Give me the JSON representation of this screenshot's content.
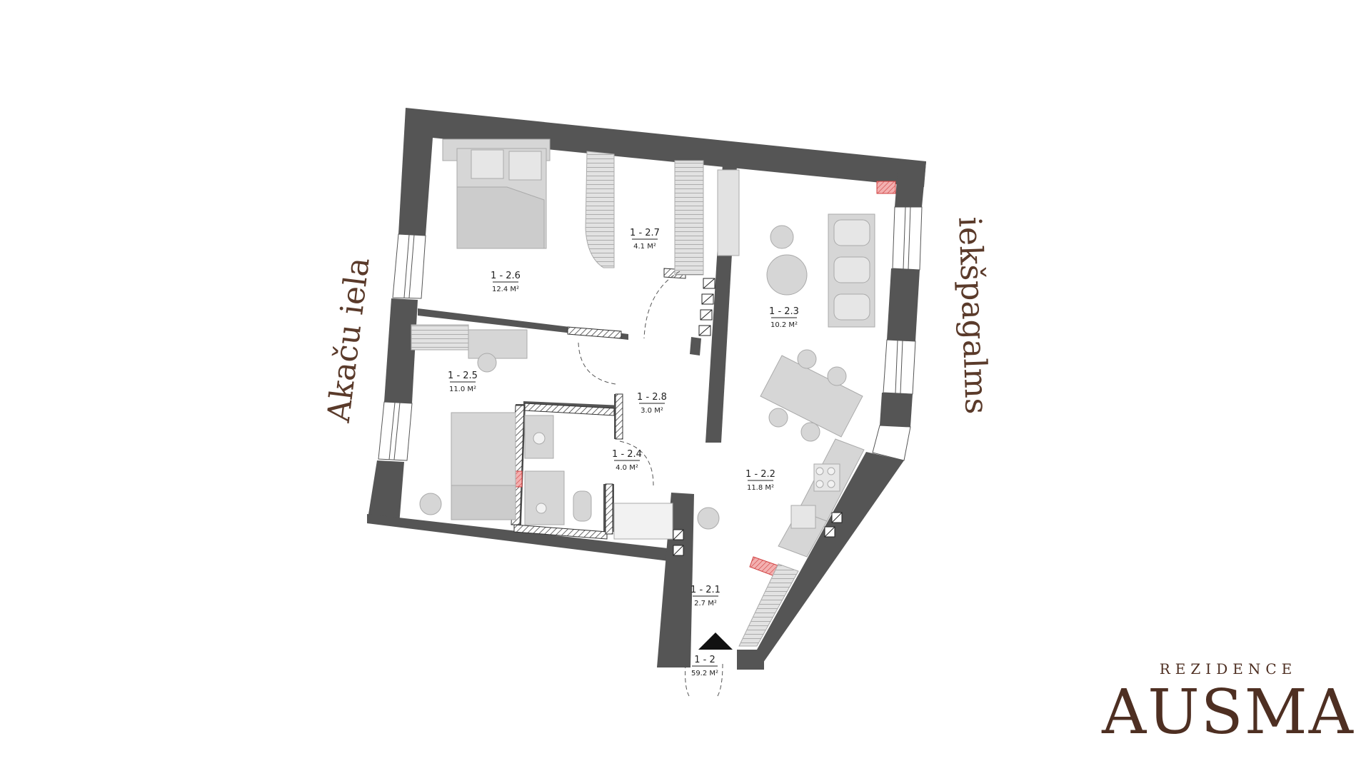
{
  "streets": {
    "left": "Akaču iela",
    "right": "iekšpagalms"
  },
  "brand": {
    "subtitle": "REZIDENCE",
    "name": "AUSMA"
  },
  "colors": {
    "wall": "#555555",
    "furniture": "#d6d6d6",
    "brand": "#4e2f22",
    "chimney": "#e06a6a"
  },
  "rooms": [
    {
      "code": "1 - 2.6",
      "area": "12.4 M²"
    },
    {
      "code": "1 - 2.7",
      "area": "4.1 M²"
    },
    {
      "code": "1 - 2.3",
      "area": "10.2 M²"
    },
    {
      "code": "1 - 2.5",
      "area": "11.0 M²"
    },
    {
      "code": "1 - 2.8",
      "area": "3.0 M²"
    },
    {
      "code": "1 - 2.4",
      "area": "4.0 M²"
    },
    {
      "code": "1 - 2.2",
      "area": "11.8 M²"
    },
    {
      "code": "1 - 2.1",
      "area": "2.7 M²"
    },
    {
      "code": "1 - 2",
      "area": "59.2 M²"
    }
  ]
}
